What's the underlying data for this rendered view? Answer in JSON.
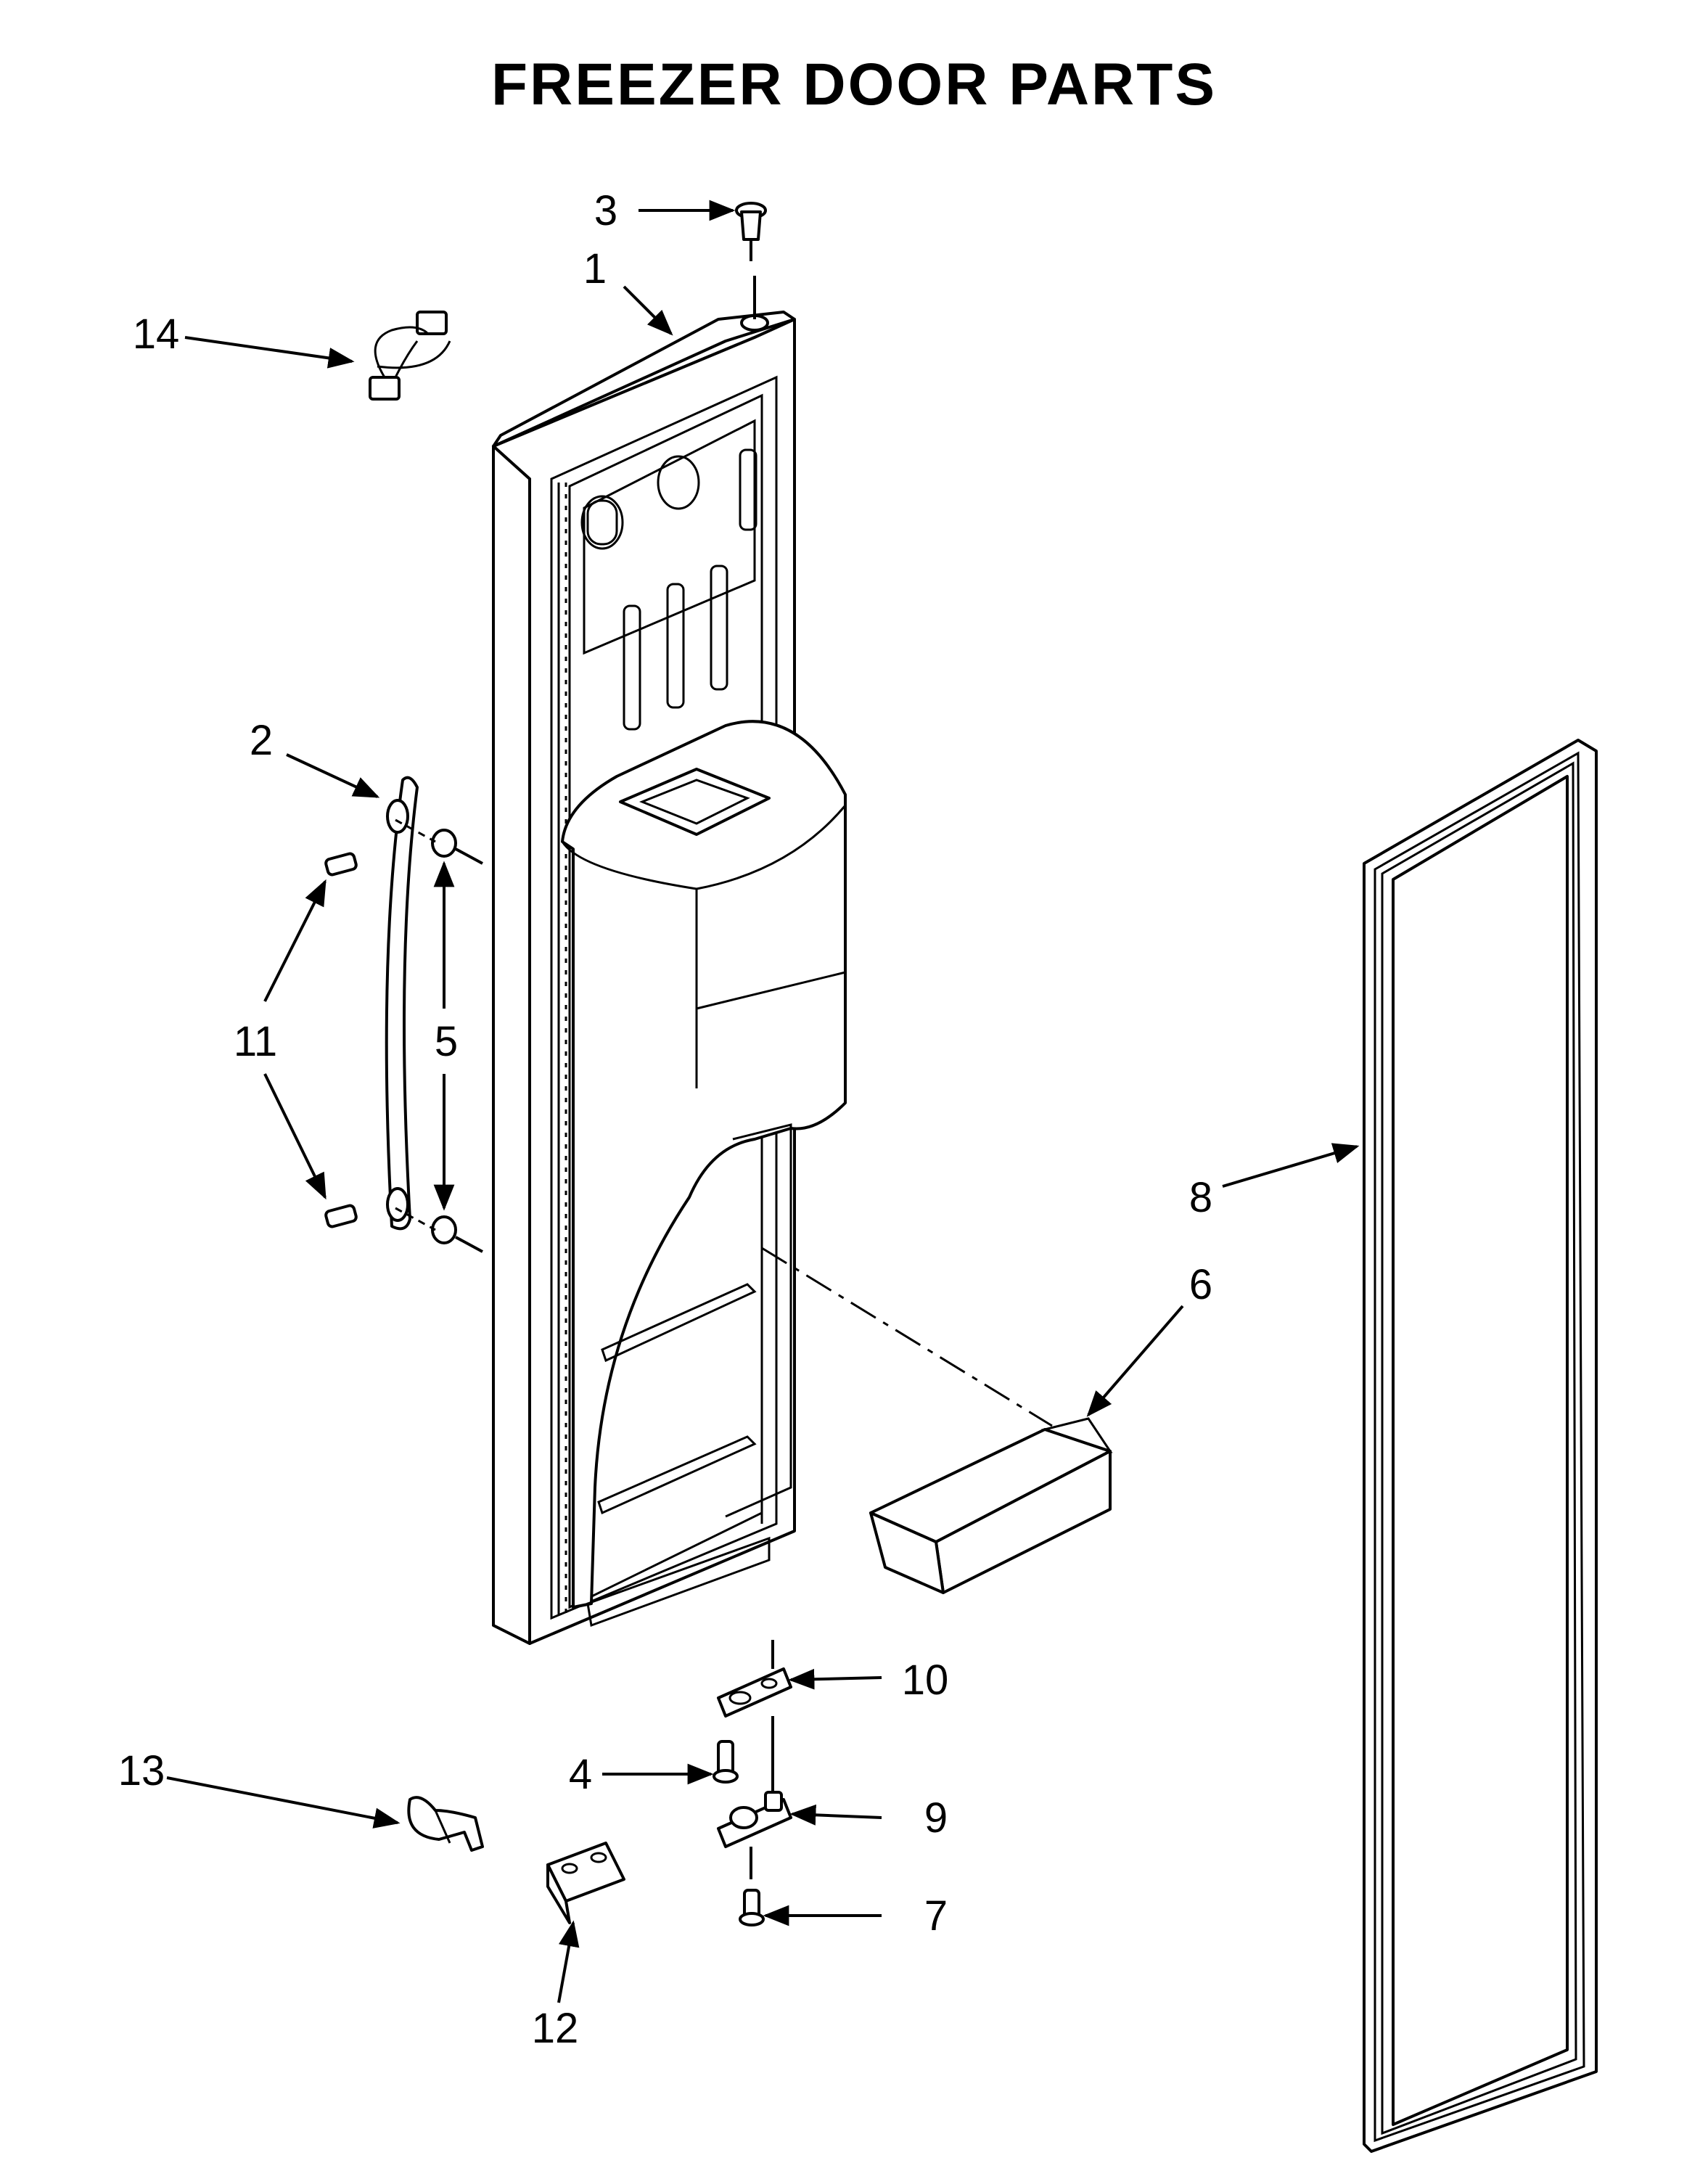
{
  "title": "FREEZER DOOR PARTS",
  "callouts": [
    "1",
    "2",
    "3",
    "4",
    "5",
    "6",
    "7",
    "8",
    "9",
    "10",
    "11",
    "12",
    "13",
    "14"
  ],
  "colors": {
    "line": "#000000",
    "background": "#ffffff"
  }
}
